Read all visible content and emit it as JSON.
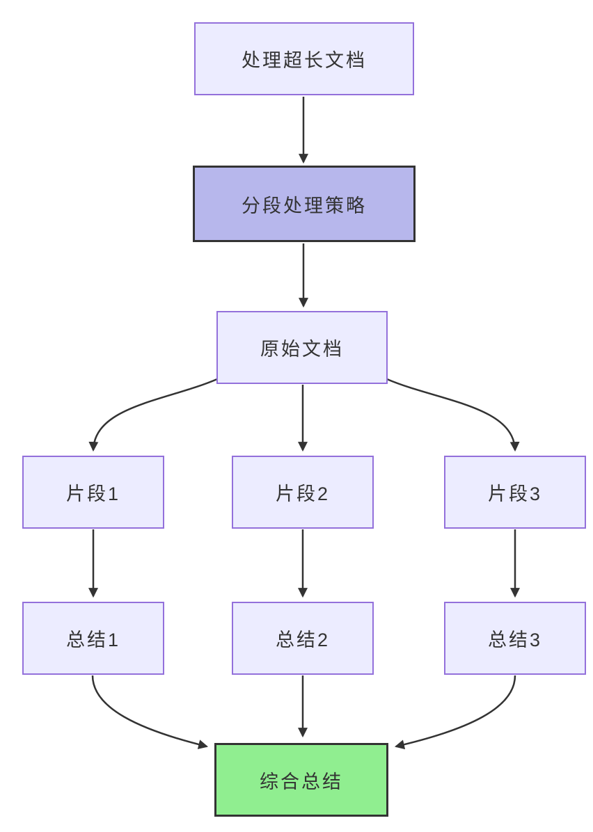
{
  "diagram": {
    "type": "flowchart",
    "direction": "top-down",
    "nodes": [
      {
        "id": "A",
        "label": "处理超长文档",
        "style": "default"
      },
      {
        "id": "B",
        "label": "分段处理策略",
        "style": "emphasis"
      },
      {
        "id": "C",
        "label": "原始文档",
        "style": "default"
      },
      {
        "id": "D1",
        "label": "片段1",
        "style": "default"
      },
      {
        "id": "D2",
        "label": "片段2",
        "style": "default"
      },
      {
        "id": "D3",
        "label": "片段3",
        "style": "default"
      },
      {
        "id": "E1",
        "label": "总结1",
        "style": "default"
      },
      {
        "id": "E2",
        "label": "总结2",
        "style": "default"
      },
      {
        "id": "E3",
        "label": "总结3",
        "style": "default"
      },
      {
        "id": "F",
        "label": "综合总结",
        "style": "success"
      }
    ],
    "edges": [
      {
        "from": "A",
        "to": "B"
      },
      {
        "from": "B",
        "to": "C"
      },
      {
        "from": "C",
        "to": "D1"
      },
      {
        "from": "C",
        "to": "D2"
      },
      {
        "from": "C",
        "to": "D3"
      },
      {
        "from": "D1",
        "to": "E1"
      },
      {
        "from": "D2",
        "to": "E2"
      },
      {
        "from": "D3",
        "to": "E3"
      },
      {
        "from": "E1",
        "to": "F"
      },
      {
        "from": "E2",
        "to": "F"
      },
      {
        "from": "E3",
        "to": "F"
      }
    ],
    "colors": {
      "node_fill": "#ECECFF",
      "node_border": "#9370DB",
      "emphasis_fill": "#B7B7EC",
      "emphasis_border": "#333333",
      "success_fill": "#90EE90",
      "success_border": "#333333",
      "edge_stroke": "#333333",
      "text": "#333333",
      "background": "#ffffff"
    }
  }
}
